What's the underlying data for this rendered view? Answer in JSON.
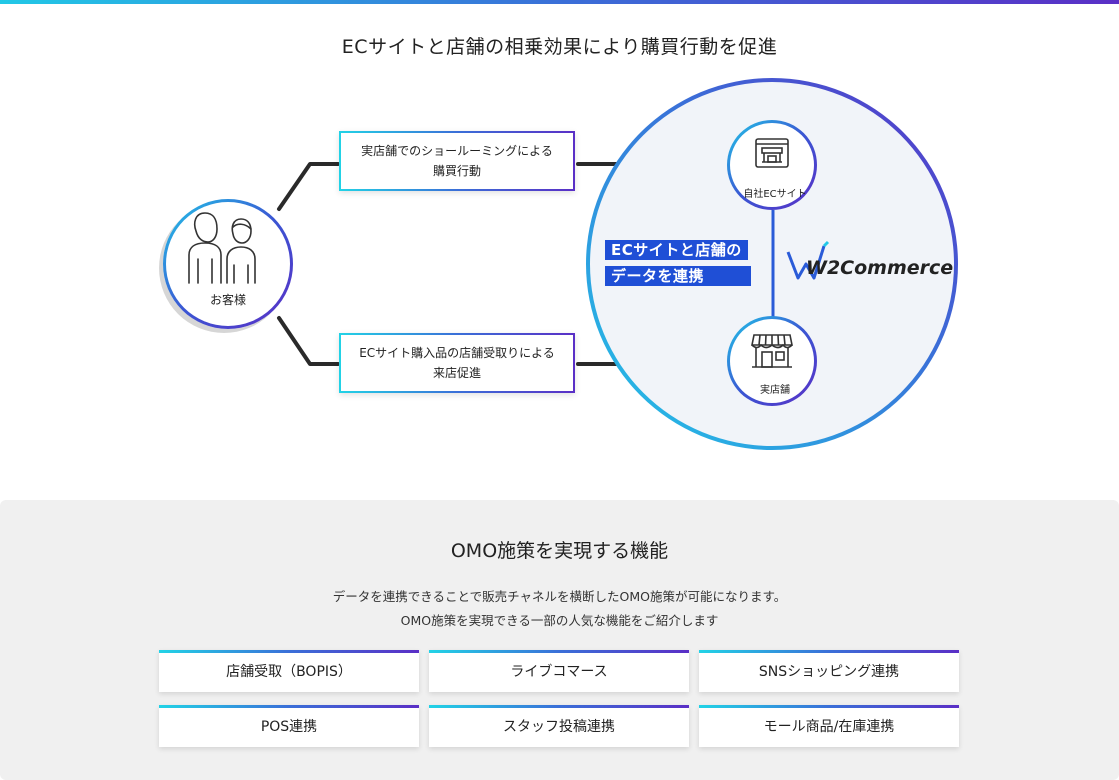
{
  "title": "ECサイトと店舗の相乗効果により購買行動を促進",
  "customer": {
    "label": "お客様",
    "icon": "people-icon"
  },
  "flow": [
    {
      "line1": "実店舗でのショールーミングによる",
      "line2": "購買行動"
    },
    {
      "line1": "ECサイト購入品の店舗受取りによる",
      "line2": "来店促進"
    }
  ],
  "circle": {
    "tag_line1": "ECサイトと店舗の",
    "tag_line2": "データを連携",
    "brand": "W2Commerce",
    "ec_site": {
      "label": "自社ECサイト",
      "icon": "ec-site-icon"
    },
    "store": {
      "label": "実店舗",
      "icon": "store-icon"
    }
  },
  "omo": {
    "title": "OMO施策を実現する機能",
    "desc_line1": "データを連携できることで販売チャネルを横断したOMO施策が可能になります。",
    "desc_line2": "OMO施策を実現できる一部の人気な機能をご紹介します",
    "features": [
      "店舗受取（BOPIS）",
      "ライブコマース",
      "SNSショッピング連携",
      "POS連携",
      "スタッフ投稿連携",
      "モール商品/在庫連携"
    ]
  },
  "colors": {
    "accent_blue": "#1f4fd6",
    "gradient_start": "#22d3e6",
    "gradient_end": "#5a2fc6"
  }
}
